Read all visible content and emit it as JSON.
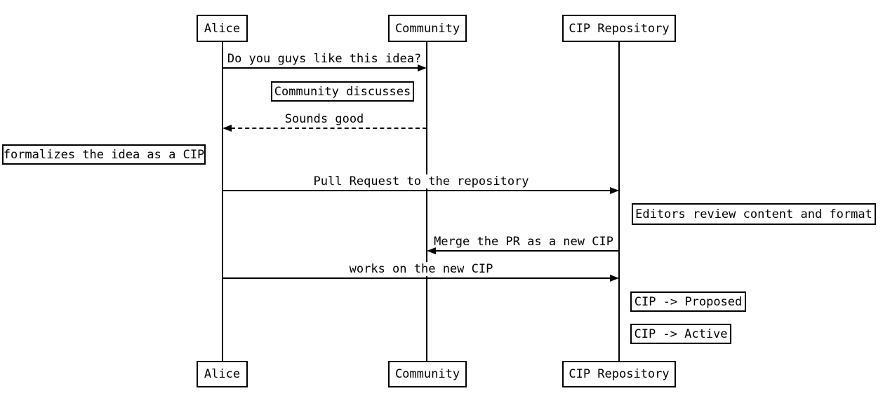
{
  "diagram": {
    "type": "sequence-diagram",
    "background_color": "#ffffff",
    "stroke_color": "#000000",
    "text_color": "#000000"
  },
  "actors": [
    {
      "name": "Alice"
    },
    {
      "name": "Community"
    },
    {
      "name": "CIP Repository"
    }
  ],
  "messages": [
    {
      "from": "Alice",
      "to": "Community",
      "label": "Do you guys like this idea?",
      "line_style": "solid",
      "arrow_direction": "right"
    },
    {
      "from": "Community",
      "to": "Alice",
      "label": "Sounds good",
      "line_style": "dashed",
      "arrow_direction": "left"
    },
    {
      "from": "Alice",
      "to": "CIP Repository",
      "label": "Pull Request to the repository",
      "line_style": "solid",
      "arrow_direction": "right"
    },
    {
      "from": "CIP Repository",
      "to": "Community",
      "label": "Merge the PR as a new CIP",
      "line_style": "solid",
      "arrow_direction": "left"
    },
    {
      "from": "Alice",
      "to": "CIP Repository",
      "label": "works on the new CIP",
      "line_style": "solid",
      "arrow_direction": "right"
    }
  ],
  "notes": [
    {
      "label": "Community discusses",
      "position": "left of Community"
    },
    {
      "label": "formalizes the idea as a CIP",
      "position": "left of Alice"
    },
    {
      "label": "Editors review content and format",
      "position": "right of CIP Repository"
    },
    {
      "label": "CIP -> Proposed",
      "position": "right of CIP Repository"
    },
    {
      "label": "CIP -> Active",
      "position": "right of CIP Repository"
    }
  ]
}
